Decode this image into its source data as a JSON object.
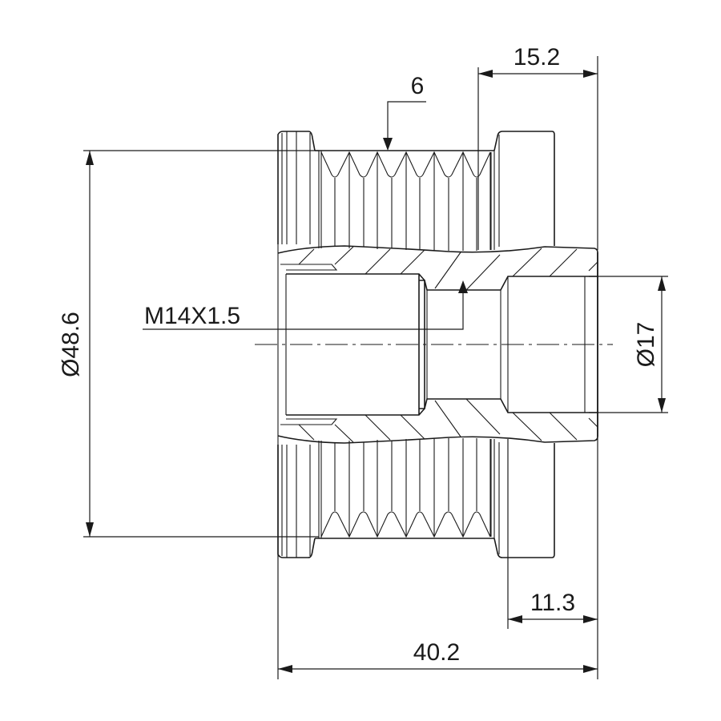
{
  "drawing": {
    "subject": "pulley",
    "dimensions": {
      "outer_diameter": "Ø48.6",
      "bore_diameter": "Ø17",
      "thread": "M14X1.5",
      "groove_count": "6",
      "top_width": "15.2",
      "flange_width": "11.3",
      "overall_length": "40.2"
    },
    "color": "#1a1a1a"
  }
}
